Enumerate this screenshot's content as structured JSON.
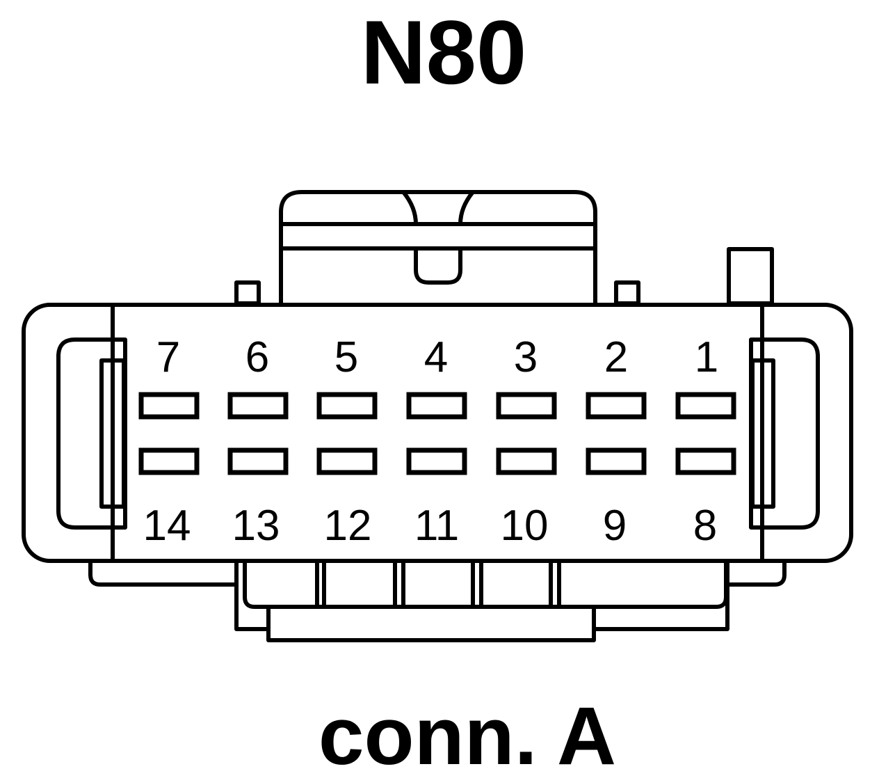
{
  "title": "N80",
  "subtitle": "conn. A",
  "pins": {
    "top_row": [
      "7",
      "6",
      "5",
      "4",
      "3",
      "2",
      "1"
    ],
    "bottom_row": [
      "14",
      "13",
      "12",
      "11",
      "10",
      "9",
      "8"
    ]
  }
}
